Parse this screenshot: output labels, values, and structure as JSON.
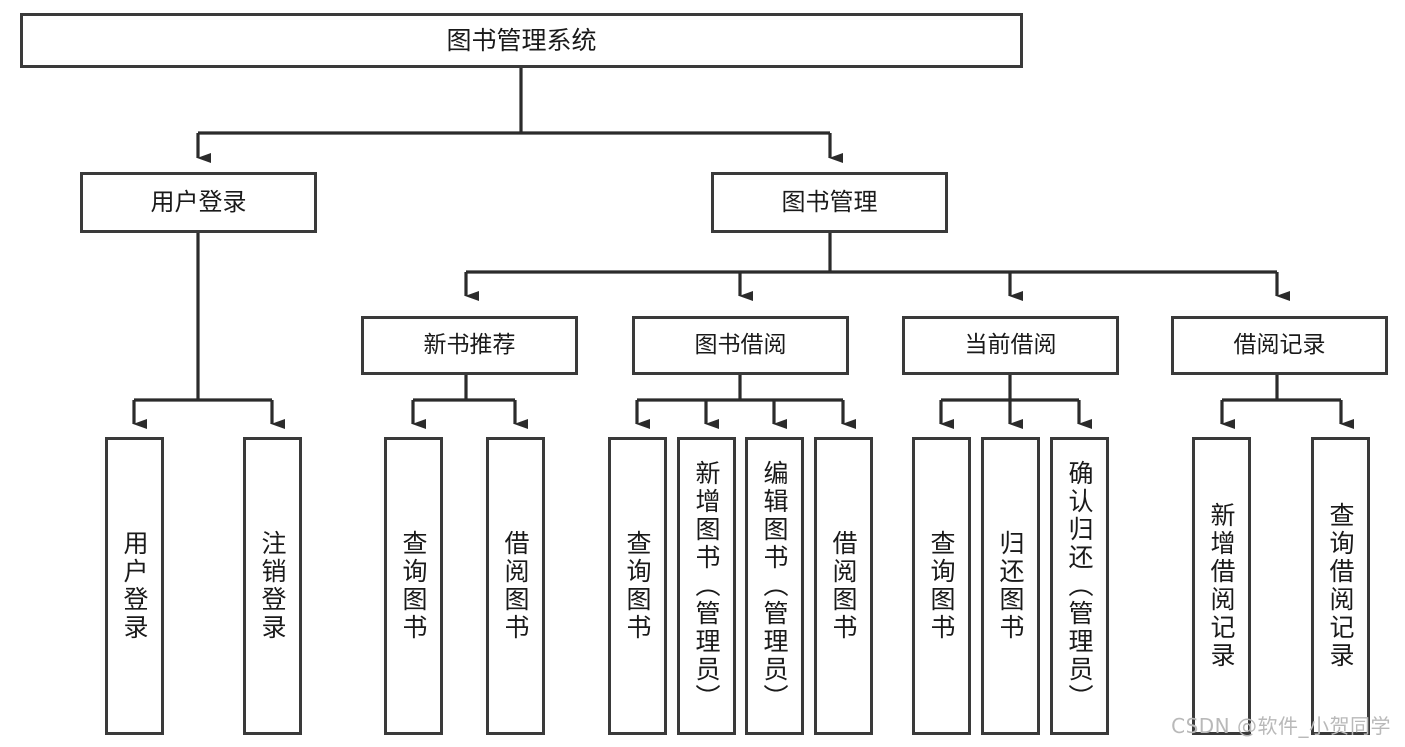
{
  "diagram": {
    "type": "tree",
    "title": "图书管理系统",
    "orientation": "top-down",
    "colors": {
      "box_border": "#3a3a3a",
      "box_fill": "#ffffff",
      "connector": "#2b2b2b",
      "text": "#1a1a1a",
      "watermark": "#b9b9b9"
    },
    "nodes": {
      "root": {
        "label": "图书管理系统"
      },
      "level2": [
        {
          "id": "user-login",
          "label": "用户登录"
        },
        {
          "id": "book-management",
          "label": "图书管理"
        }
      ],
      "level3": [
        {
          "id": "new-book-recommend",
          "label": "新书推荐",
          "parent": "book-management"
        },
        {
          "id": "book-borrow",
          "label": "图书借阅",
          "parent": "book-management"
        },
        {
          "id": "current-borrow",
          "label": "当前借阅",
          "parent": "book-management"
        },
        {
          "id": "borrow-record",
          "label": "借阅记录",
          "parent": "book-management"
        }
      ],
      "leaves": [
        {
          "id": "leaf-user-login",
          "label": "用户登录",
          "parent": "user-login"
        },
        {
          "id": "leaf-logout-login",
          "label": "注销登录",
          "parent": "user-login"
        },
        {
          "id": "leaf-query-book-1",
          "label": "查询图书",
          "parent": "new-book-recommend"
        },
        {
          "id": "leaf-borrow-book-1",
          "label": "借阅图书",
          "parent": "new-book-recommend"
        },
        {
          "id": "leaf-query-book-2",
          "label": "查询图书",
          "parent": "book-borrow"
        },
        {
          "id": "leaf-add-book",
          "label": "新增图书（管理员）",
          "parent": "book-borrow"
        },
        {
          "id": "leaf-edit-book",
          "label": "编辑图书（管理员）",
          "parent": "book-borrow"
        },
        {
          "id": "leaf-borrow-book-2",
          "label": "借阅图书",
          "parent": "book-borrow"
        },
        {
          "id": "leaf-query-book-3",
          "label": "查询图书",
          "parent": "current-borrow"
        },
        {
          "id": "leaf-return-book",
          "label": "归还图书",
          "parent": "current-borrow"
        },
        {
          "id": "leaf-confirm-return",
          "label": "确认归还（管理员）",
          "parent": "current-borrow"
        },
        {
          "id": "leaf-add-record",
          "label": "新增借阅记录",
          "parent": "borrow-record"
        },
        {
          "id": "leaf-query-record",
          "label": "查询借阅记录",
          "parent": "borrow-record"
        }
      ]
    },
    "watermark": "CSDN @软件_小贺同学"
  }
}
